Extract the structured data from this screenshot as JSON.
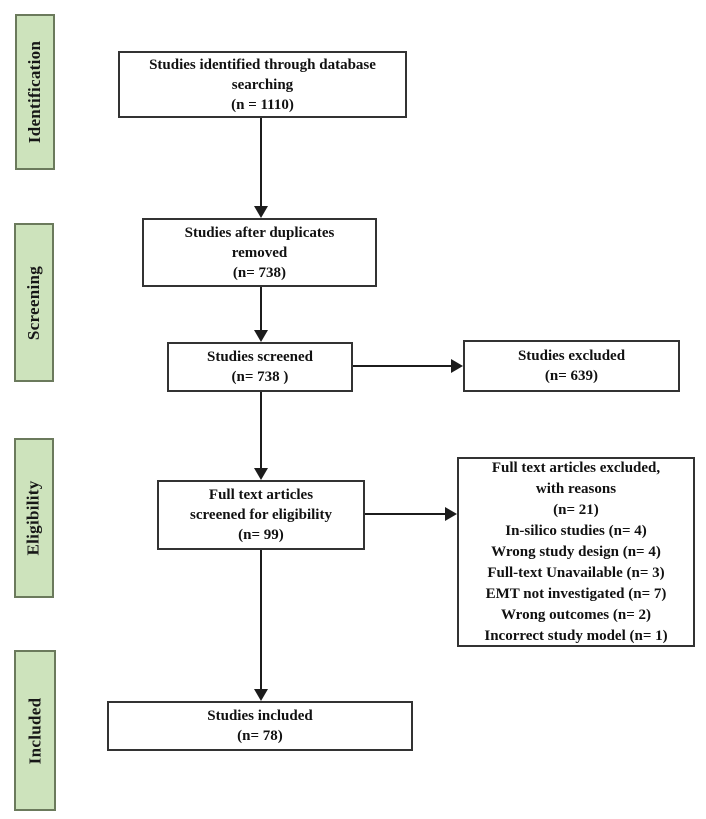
{
  "colors": {
    "stage_fill": "#cde3bc",
    "stage_border": "#6b7a5c",
    "box_border": "#333333",
    "arrow": "#1c1c1c",
    "background": "#ffffff"
  },
  "flow": {
    "stages": [
      {
        "label": "Identification"
      },
      {
        "label": "Screening"
      },
      {
        "label": "Eligibility"
      },
      {
        "label": "Included"
      }
    ],
    "boxes": {
      "identified": "Studies identified through database\nsearching\n(n = 1110)",
      "duplicates_removed": "Studies after duplicates\nremoved\n(n= 738)",
      "screened": "Studies screened\n(n= 738 )",
      "excluded": "Studies excluded\n(n= 639)",
      "full_text_screened": "Full text articles\nscreened for eligibility\n(n= 99)",
      "full_text_excluded": "Full text articles excluded,\nwith reasons\n(n= 21)\nIn-silico studies (n= 4)\nWrong study design (n= 4)\nFull-text Unavailable (n= 3)\nEMT not investigated (n= 7)\nWrong outcomes (n= 2)\nIncorrect study model (n= 1)",
      "included": "Studies included\n(n= 78)"
    }
  }
}
